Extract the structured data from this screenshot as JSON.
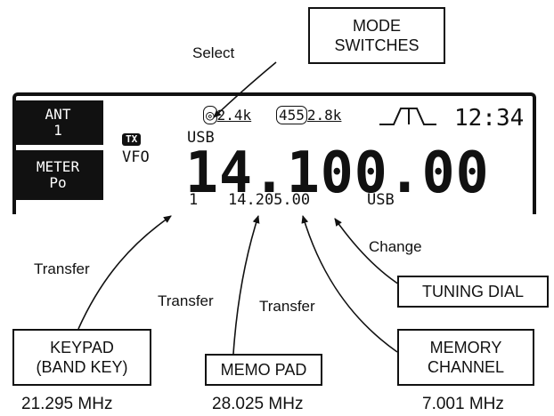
{
  "mode_switches": {
    "line1": "MODE",
    "line2": "SWITCHES"
  },
  "select_label": "Select",
  "display": {
    "ant": {
      "line1": "ANT",
      "line2": "1"
    },
    "meter": {
      "line1": "METER",
      "line2": "Po"
    },
    "filter1_sym": "◎",
    "filter1_value": "2.4k",
    "filter2_tag": "455",
    "filter2_value": "2.8k",
    "clock": "12:34",
    "tx_badge": "TX",
    "mode": "USB",
    "vfo": "VFO",
    "main_frequency": "14.100.00",
    "sub_channel": "1",
    "sub_frequency": "14.205.00",
    "sub_mode": "USB"
  },
  "labels": {
    "change": "Change",
    "transfer_keypad": "Transfer",
    "transfer_memo": "Transfer",
    "transfer_memory": "Transfer"
  },
  "boxes": {
    "tuning_dial": "TUNING DIAL",
    "keypad": {
      "line1": "KEYPAD",
      "line2": "(BAND KEY)"
    },
    "memo_pad": "MEMO PAD",
    "memory_channel": {
      "line1": "MEMORY",
      "line2": "CHANNEL"
    }
  },
  "frequencies": {
    "keypad": "21.295 MHz",
    "memo_pad": "28.025 MHz",
    "memory_channel": "7.001 MHz"
  }
}
